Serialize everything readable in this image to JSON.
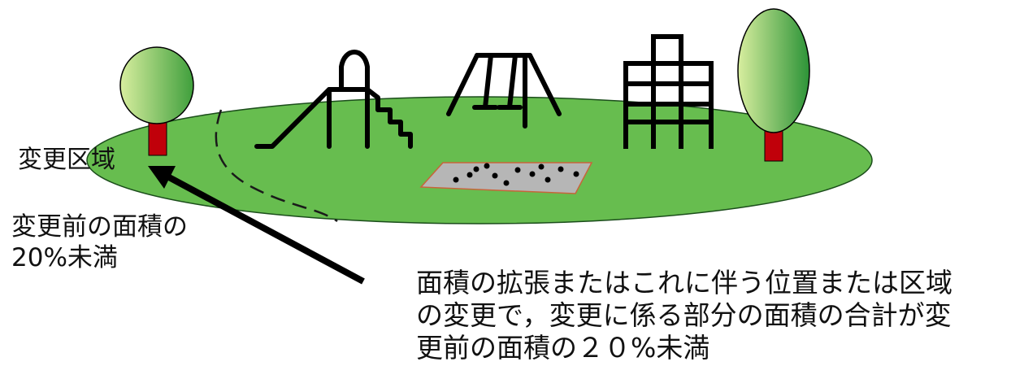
{
  "labels": {
    "change_area": "変更区域",
    "threshold": "変更前の面積の\n20%未満",
    "description": "面積の拡張またはこれに伴う位置または区域\nの変更で，変更に係る部分の面積の合計が変\n更前の面積の２０%未満"
  },
  "colors": {
    "lawn": "#67bd4f",
    "tree_light": "#cfe89b",
    "tree_dark": "#2f9a3a",
    "trunk": "#c0000a",
    "sandbox_fill": "#b6b6b6",
    "sandbox_edge": "#c8643a",
    "ink": "#000000"
  },
  "objects": [
    "tree",
    "slide",
    "swing",
    "jungle-gym",
    "tree",
    "sandbox",
    "arrow",
    "dashed-boundary"
  ]
}
